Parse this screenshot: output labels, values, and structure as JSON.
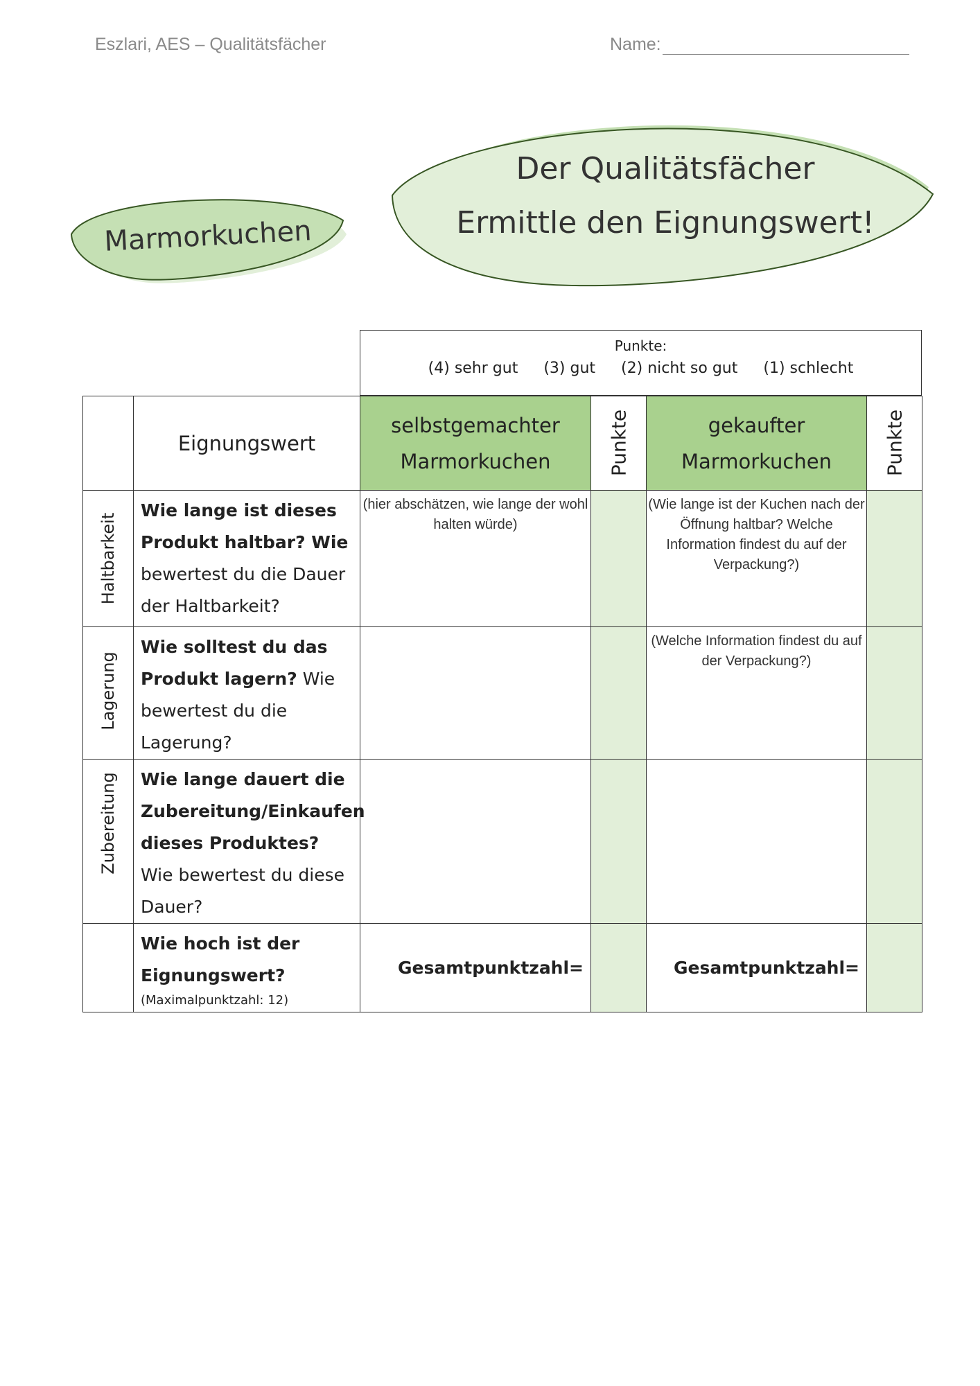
{
  "header": {
    "left": "Eszlari, AES – Qualitätsfächer",
    "right_label": "Name:"
  },
  "badge": {
    "title": "Marmorkuchen"
  },
  "banner": {
    "line1": "Der Qualitätsfächer",
    "line2": "Ermittle den Eignungswert!"
  },
  "scale": {
    "title": "Punkte:",
    "items": [
      "(4)  sehr gut",
      "(3) gut",
      "(2) nicht so gut",
      "(1) schlecht"
    ]
  },
  "table": {
    "col_criterion": "Eignungswert",
    "col_homemade": [
      "selbstgemachter",
      "Marmorkuchen"
    ],
    "col_bought": [
      "gekaufter",
      "Marmorkuchen"
    ],
    "col_points": "Punkte",
    "rows": [
      {
        "label": "Haltbarkeit",
        "question_bold": "Wie lange ist dieses Produkt haltbar? Wie",
        "question_rest": "bewertest du die Dauer der Haltbarkeit?",
        "note_homemade": "(hier abschätzen, wie lange der wohl halten würde)",
        "note_bought": "(Wie lange ist der Kuchen nach der Öffnung haltbar? Welche Information findest du auf der Verpackung?)"
      },
      {
        "label": "Lagerung",
        "question_bold": "Wie solltest du das Produkt lagern?",
        "question_rest": "Wie bewertest du die Lagerung?",
        "note_homemade": "",
        "note_bought": "(Welche Information findest du auf der Verpackung?)"
      },
      {
        "label": "Zubereitung",
        "question_bold": "Wie lange dauert die Zubereitung/Einkaufen dieses Produktes?",
        "question_rest": "Wie bewertest du diese Dauer?",
        "note_homemade": "",
        "note_bought": ""
      }
    ],
    "total": {
      "question": "Wie hoch ist der Eignungswert?",
      "hint": "(Maximalpunktzahl: 12)",
      "sum_label_homemade": "Gesamtpunktzahl=",
      "sum_label_bought": "Gesamtpunktzahl="
    }
  },
  "colors": {
    "header_green": "#a9d18e",
    "light_green": "#e2efd9",
    "badge_green": "#c5e0b4",
    "outline": "#375623"
  }
}
